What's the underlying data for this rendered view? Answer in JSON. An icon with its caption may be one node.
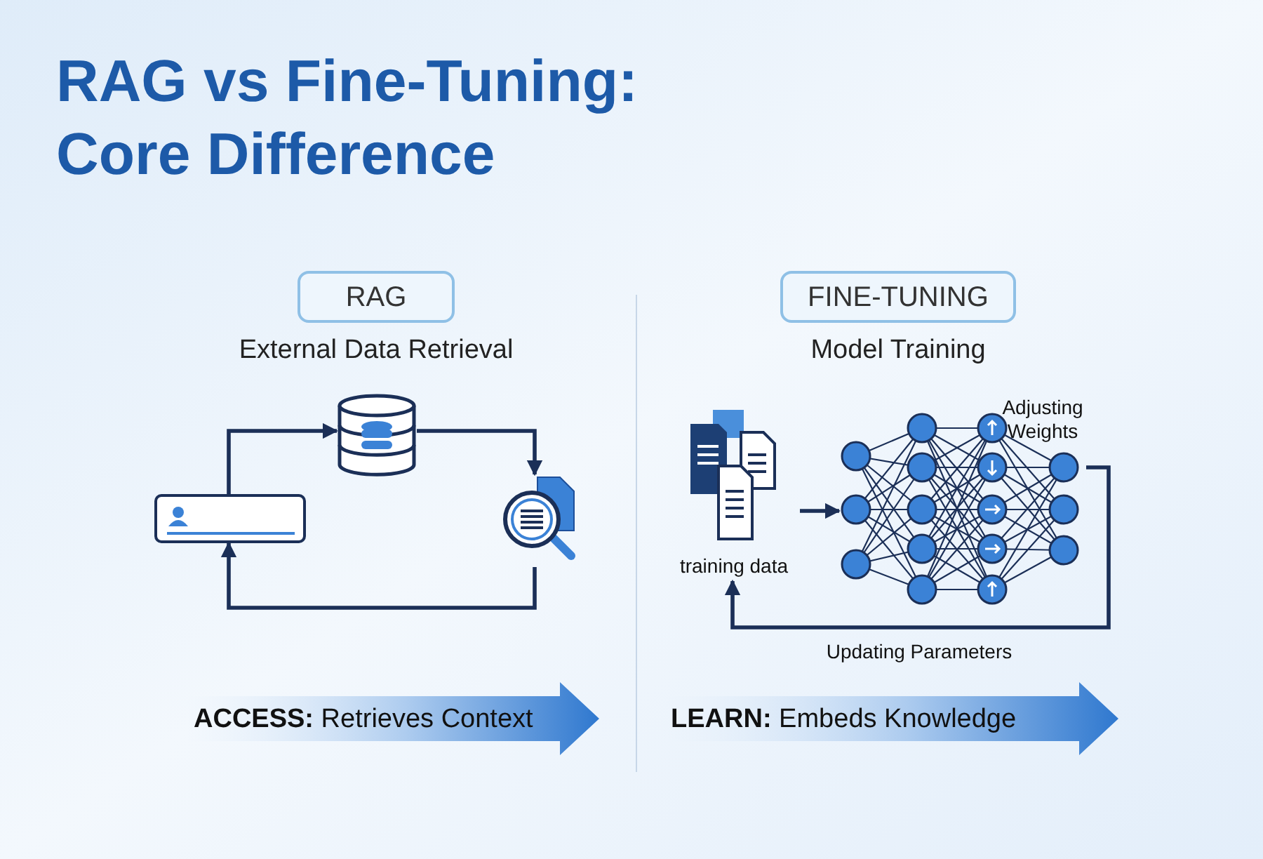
{
  "diagram": {
    "title": "RAG vs Fine-Tuning: Core Difference",
    "nodes": [
      {
        "text": [
          "RAG"
        ],
        "beside": [
          "External Data Retrieval"
        ]
      },
      {
        "text": [],
        "shape": "box"
      },
      {
        "text": [],
        "shape": "cylinder"
      },
      {
        "text": [],
        "shape": "picture"
      },
      {
        "text": [
          "FINE-TUNING"
        ],
        "beside": [
          "Model Training"
        ]
      },
      {
        "text": [
          "training data"
        ]
      },
      {
        "text": [
          "Adjusting Weights"
        ]
      },
      {
        "text": [
          "**ACCESS:** Retrieves Context"
        ]
      },
      {
        "text": [
          "**LEARN:** Embeds Knowledge"
        ]
      }
    ],
    "edges": [
      {
        "from": 1,
        "to": 2,
        "arrow": "to"
      },
      {
        "from": 2,
        "to": 3,
        "arrow": "to"
      },
      {
        "from": 3,
        "to": 1,
        "arrow": "to"
      },
      {
        "from": 5,
        "to": 6,
        "arrow": "to"
      },
      {
        "from": 6,
        "to": 5,
        "arrow": "to",
        "label": "Updating Parameters"
      }
    ]
  }
}
